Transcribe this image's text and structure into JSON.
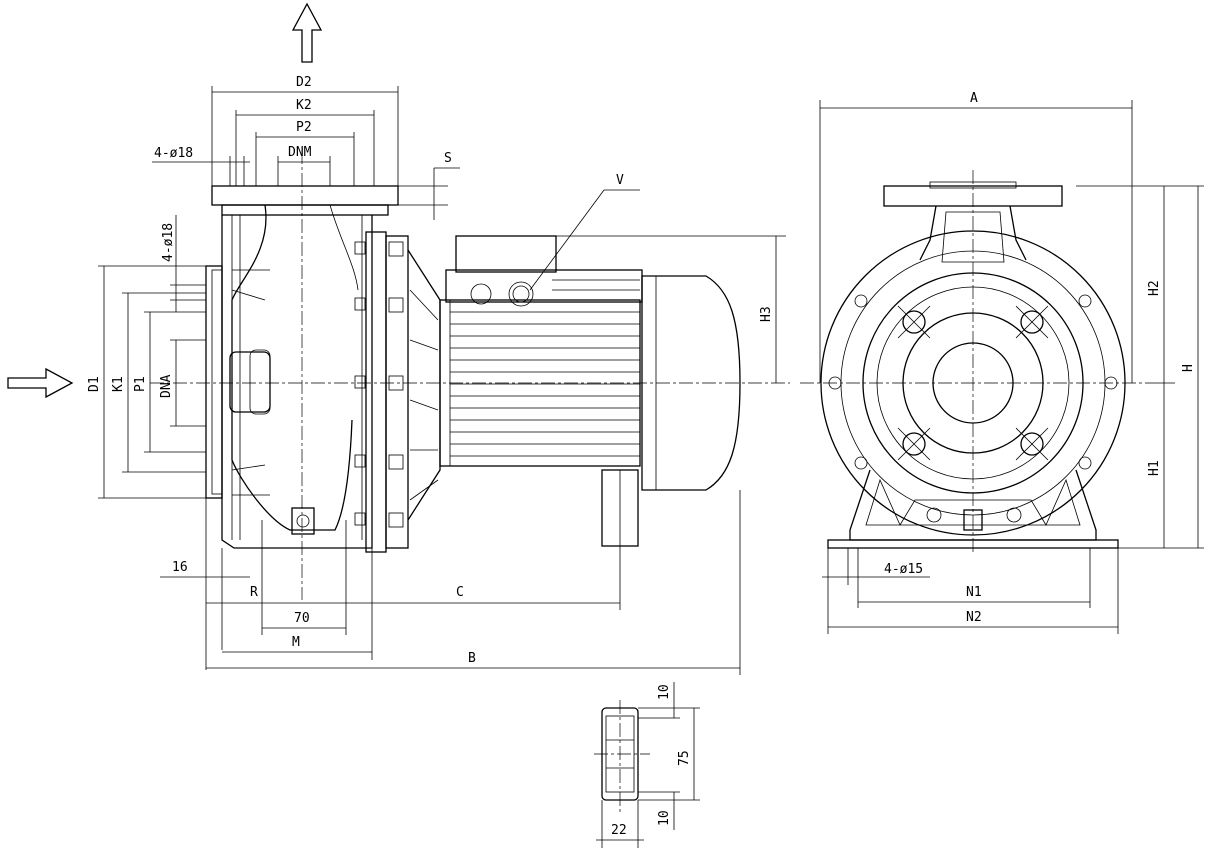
{
  "labels": {
    "D2": "D2",
    "K2": "K2",
    "P2": "P2",
    "DNM": "DNM",
    "holes_top": "4-ø18",
    "holes_side": "4-ø18",
    "S": "S",
    "V": "V",
    "D1": "D1",
    "K1": "K1",
    "P1": "P1",
    "DNA": "DNA",
    "H3": "H3",
    "dim16": "16",
    "R": "R",
    "C": "C",
    "dim70": "70",
    "M": "M",
    "B": "B",
    "A": "A",
    "H2": "H2",
    "H": "H",
    "H1": "H1",
    "holes_base": "4-ø15",
    "N1": "N1",
    "N2": "N2",
    "dim10a": "10",
    "dim75": "75",
    "dim10b": "10",
    "dim22": "22"
  }
}
